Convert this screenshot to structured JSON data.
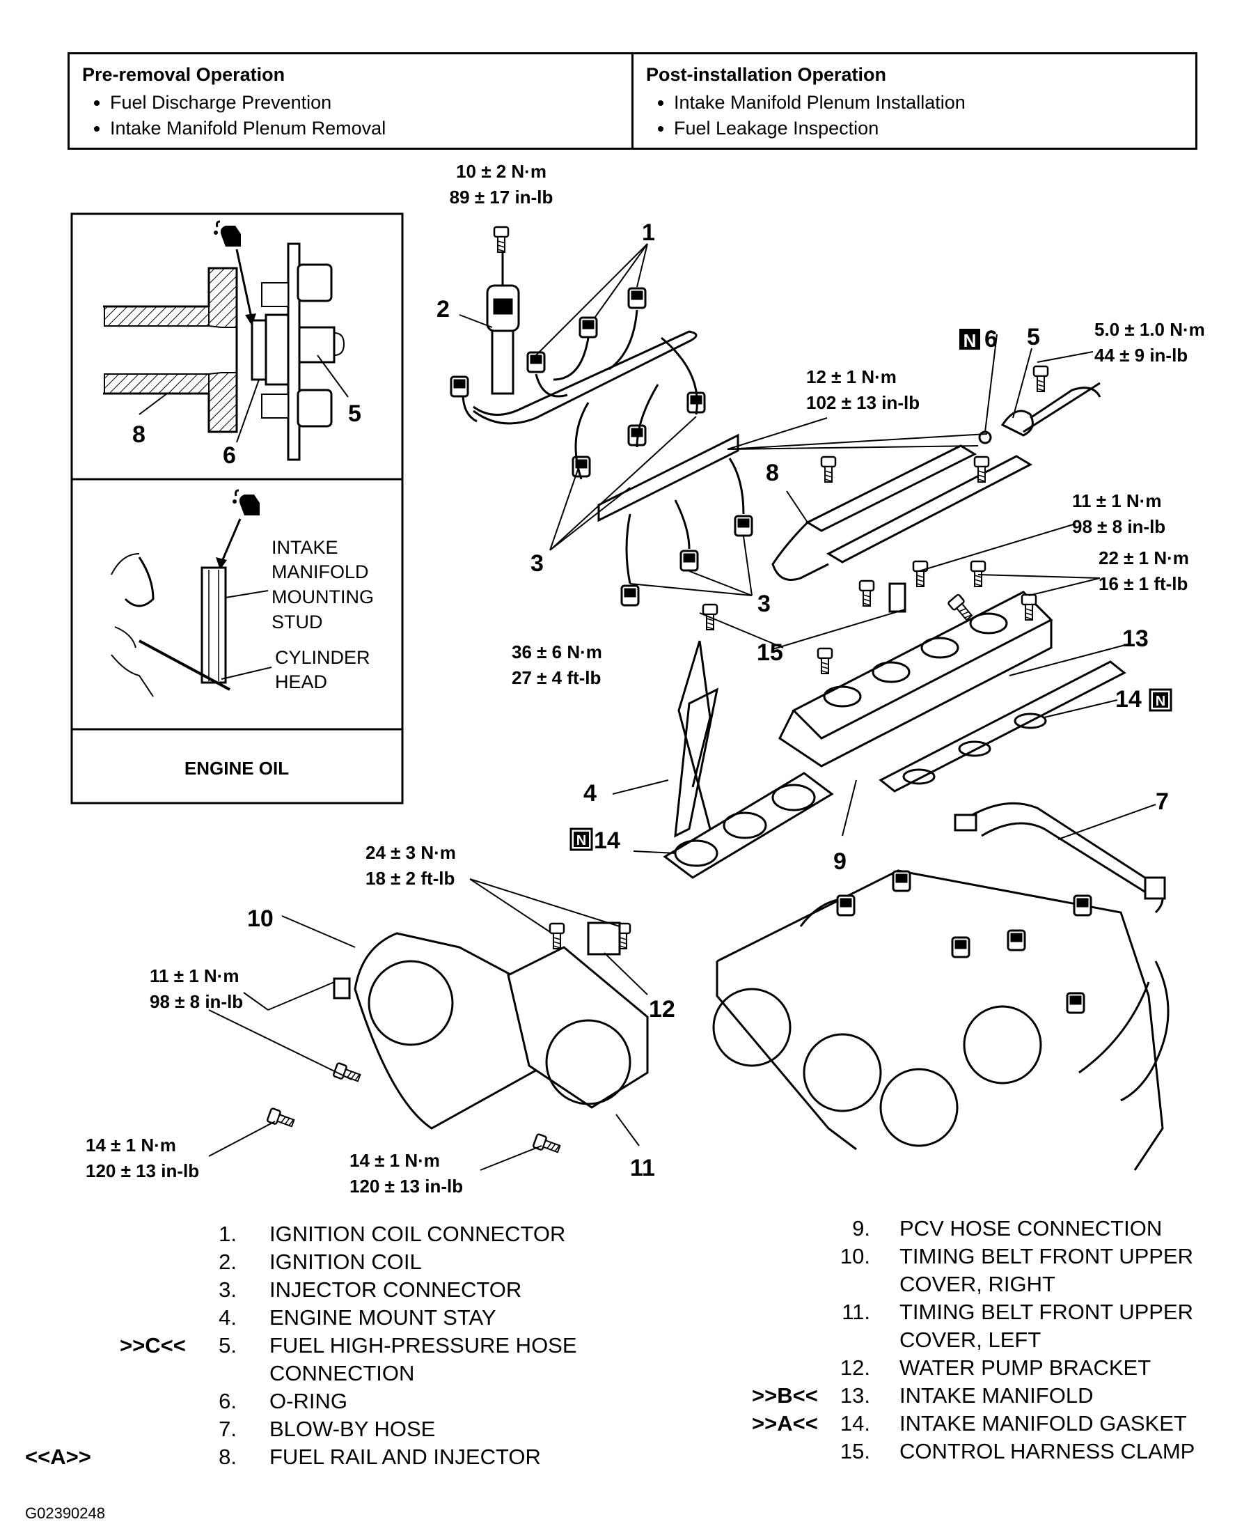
{
  "operations": {
    "pre_removal": {
      "title": "Pre-removal Operation",
      "items": [
        "Fuel Discharge Prevention",
        "Intake Manifold Plenum Removal"
      ]
    },
    "post_installation": {
      "title": "Post-installation Operation",
      "items": [
        "Intake Manifold Plenum Installation",
        "Fuel Leakage Inspection"
      ]
    }
  },
  "inset": {
    "top_callouts": [
      "8",
      "6",
      "5"
    ],
    "stud_labels": [
      "INTAKE",
      "MANIFOLD",
      "MOUNTING",
      "STUD"
    ],
    "head_labels": [
      "CYLINDER",
      "HEAD"
    ],
    "engine_oil": "ENGINE OIL"
  },
  "torques": {
    "t1": [
      "10 ± 2 N·m",
      "89 ± 17 in-lb"
    ],
    "t2": [
      "5.0 ± 1.0 N·m",
      "44 ± 9 in-lb"
    ],
    "t3": [
      "12 ± 1 N·m",
      "102 ± 13 in-lb"
    ],
    "t4": [
      "11 ± 1 N·m",
      "98 ± 8 in-lb"
    ],
    "t5": [
      "22 ± 1 N·m",
      "16 ± 1 ft-lb"
    ],
    "t6": [
      "36 ± 6 N·m",
      "27 ± 4 ft-lb"
    ],
    "t7": [
      "24 ± 3 N·m",
      "18 ± 2 ft-lb"
    ],
    "t8": [
      "11 ± 1 N·m",
      "98 ± 8 in-lb"
    ],
    "t9": [
      "14 ± 1 N·m",
      "120 ± 13 in-lb"
    ],
    "t10": [
      "14 ± 1 N·m",
      "120 ± 13 in-lb"
    ]
  },
  "callouts": {
    "c1": "1",
    "c2": "2",
    "c3a": "3",
    "c3b": "3",
    "c4": "4",
    "c5": "5",
    "c6": "6",
    "c7": "7",
    "c8": "8",
    "c9": "9",
    "c10": "10",
    "c11": "11",
    "c12": "12",
    "c13": "13",
    "c14a": "14",
    "c14b": "14",
    "c15": "15",
    "new_part_mark": "N"
  },
  "legend_left": [
    {
      "mark": "",
      "num": "1.",
      "text": [
        "IGNITION COIL CONNECTOR"
      ]
    },
    {
      "mark": "",
      "num": "2.",
      "text": [
        "IGNITION COIL"
      ]
    },
    {
      "mark": "",
      "num": "3.",
      "text": [
        "INJECTOR CONNECTOR"
      ]
    },
    {
      "mark": "",
      "num": "4.",
      "text": [
        "ENGINE MOUNT STAY"
      ]
    },
    {
      "mark": ">>C<<",
      "num": "5.",
      "text": [
        "FUEL HIGH-PRESSURE HOSE",
        "CONNECTION"
      ]
    },
    {
      "mark": "",
      "num": "6.",
      "text": [
        "O-RING"
      ]
    },
    {
      "mark": "",
      "num": "7.",
      "text": [
        "BLOW-BY HOSE"
      ]
    },
    {
      "mark": "<<A>>",
      "num": "8.",
      "text": [
        "FUEL RAIL AND INJECTOR"
      ]
    }
  ],
  "legend_right": [
    {
      "mark": "",
      "num": "9.",
      "text": [
        "PCV HOSE CONNECTION"
      ]
    },
    {
      "mark": "",
      "num": "10.",
      "text": [
        "TIMING BELT FRONT UPPER",
        "COVER, RIGHT"
      ]
    },
    {
      "mark": "",
      "num": "11.",
      "text": [
        "TIMING BELT FRONT UPPER",
        "COVER, LEFT"
      ]
    },
    {
      "mark": "",
      "num": "12.",
      "text": [
        "WATER PUMP BRACKET"
      ]
    },
    {
      "mark": ">>B<<",
      "num": "13.",
      "text": [
        "INTAKE MANIFOLD"
      ]
    },
    {
      "mark": ">>A<<",
      "num": "14.",
      "text": [
        "INTAKE MANIFOLD GASKET"
      ]
    },
    {
      "mark": "",
      "num": "15.",
      "text": [
        "CONTROL HARNESS CLAMP"
      ]
    }
  ],
  "figure_code": "G02390248"
}
